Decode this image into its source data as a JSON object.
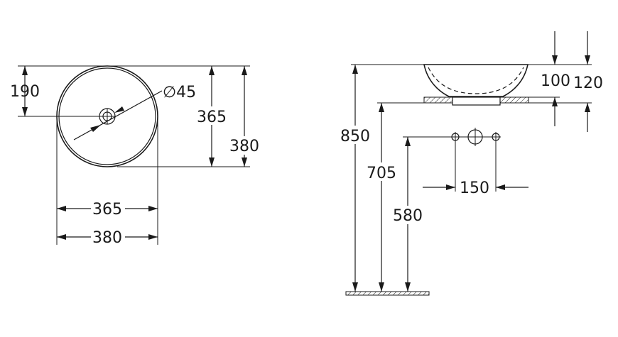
{
  "plan": {
    "dim_center_offset": "190",
    "dim_waste_diameter": "∅45",
    "dim_inner_height": "365",
    "dim_outer_height": "380",
    "dim_inner_width": "365",
    "dim_outer_width": "380"
  },
  "elevation": {
    "dim_total_height": "850",
    "dim_counter_height": "705",
    "dim_tap_height": "580",
    "dim_tap_spacing": "150",
    "dim_bowl_inner_depth": "100",
    "dim_bowl_total_depth": "120"
  }
}
